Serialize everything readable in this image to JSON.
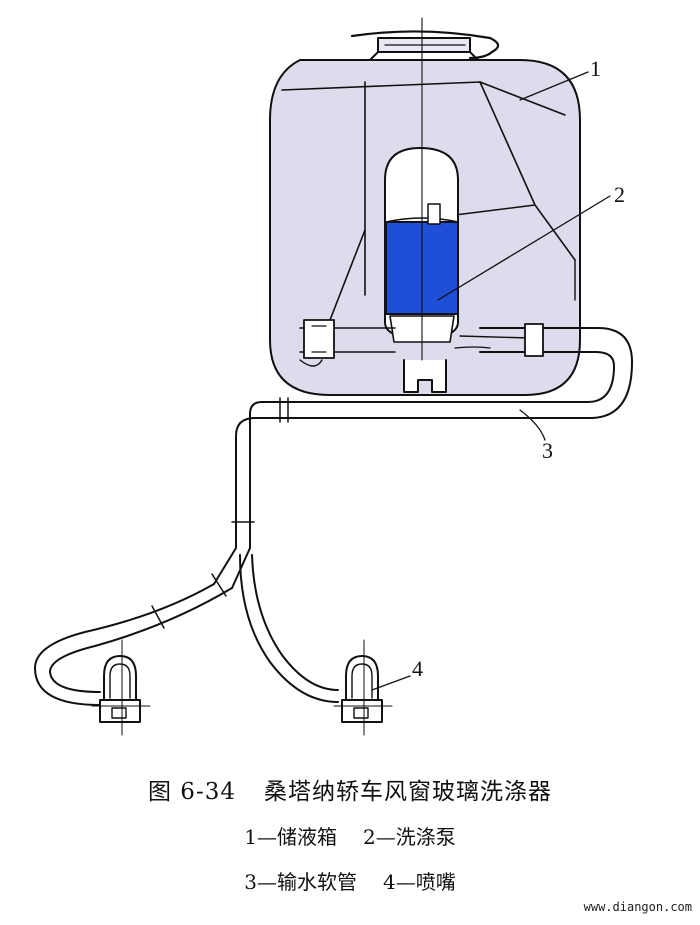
{
  "figure": {
    "number": "图 6-34",
    "title": "桑塔纳轿车风窗玻璃洗涤器"
  },
  "parts": [
    {
      "id": "1",
      "name": "储液箱"
    },
    {
      "id": "2",
      "name": "洗涤泵"
    },
    {
      "id": "3",
      "name": "输水软管"
    },
    {
      "id": "4",
      "name": "喷嘴"
    }
  ],
  "legend_separator": "—",
  "watermark": "www.diangon.com",
  "colors": {
    "tank_fill": "#dcdcec",
    "pump_motor": "#1f4fd6",
    "line": "#111111"
  }
}
